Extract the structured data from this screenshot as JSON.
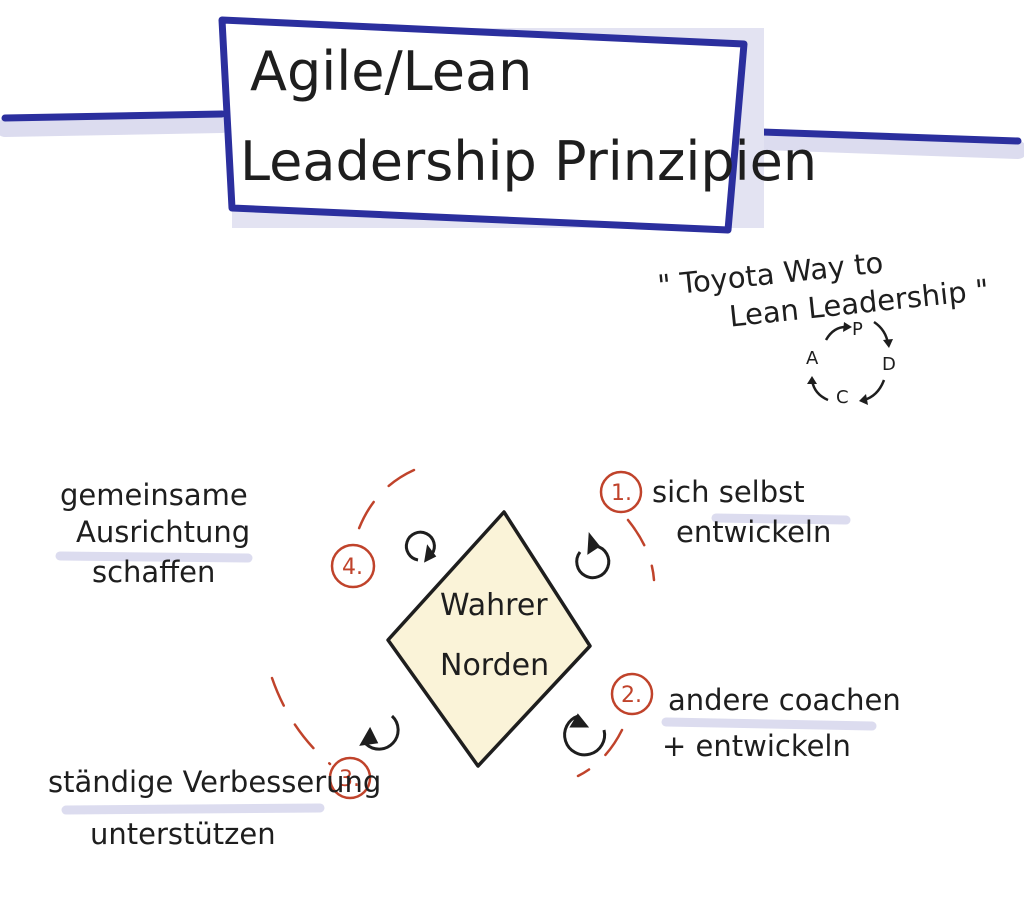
{
  "title": {
    "line1": "Agile/Lean",
    "line2": "Leadership Prinzipien"
  },
  "quote": {
    "line1": "\" Toyota Way to",
    "line2": "Lean Leadership \""
  },
  "pdca": {
    "p": "P",
    "d": "D",
    "c": "C",
    "a": "A"
  },
  "center": {
    "line1": "Wahrer",
    "line2": "Norden"
  },
  "principles": [
    {
      "number": "1.",
      "line1": "sich selbst",
      "line2": "entwickeln"
    },
    {
      "number": "2.",
      "line1": "andere coachen",
      "line2": "+ entwickeln"
    },
    {
      "number": "3.",
      "line1": "ständige Verbesserung",
      "line2": "unterstützen"
    },
    {
      "number": "4.",
      "line1": "gemeinsame",
      "line2": "Ausrichtung",
      "line3": "schaffen"
    }
  ],
  "colors": {
    "accent_blue": "#2b2f9e",
    "shadow_lavender": "#dcdcef",
    "accent_red": "#c0432b",
    "diamond_fill": "#faf3d8",
    "ink": "#1e1e1e"
  }
}
